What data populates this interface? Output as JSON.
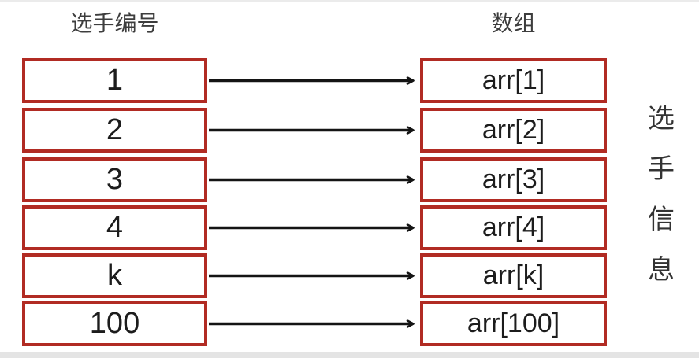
{
  "diagram": {
    "left_header": "选手编号",
    "right_header": "数组",
    "rows": [
      {
        "player_id": "1",
        "array_cell": "arr[1]"
      },
      {
        "player_id": "2",
        "array_cell": "arr[2]"
      },
      {
        "player_id": "3",
        "array_cell": "arr[3]"
      },
      {
        "player_id": "4",
        "array_cell": "arr[4]"
      },
      {
        "player_id": "k",
        "array_cell": "arr[k]"
      },
      {
        "player_id": "100",
        "array_cell": "arr[100]"
      }
    ],
    "side_label": "选手信息",
    "side_label_chars": {
      "c0": "选",
      "c1": "手",
      "c2": "信",
      "c3": "息"
    },
    "colors": {
      "box_border": "#B12B23",
      "arrow": "#141414",
      "text": "#1c1c1c",
      "header_text": "#3d3d3d"
    }
  }
}
